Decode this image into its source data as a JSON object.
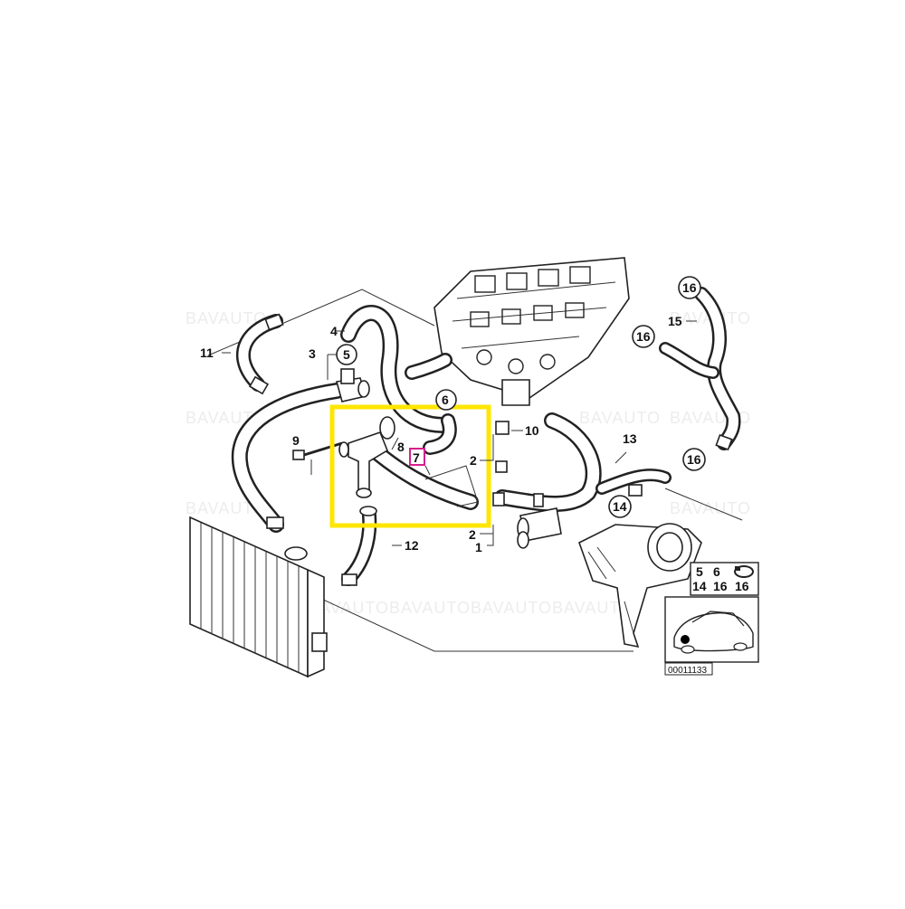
{
  "watermark": "BAVAUTO",
  "diagram_code": "00011133",
  "callouts": {
    "c1": "1",
    "c2a": "2",
    "c2b": "2",
    "c3": "3",
    "c4": "4",
    "c5": "5",
    "c6": "6",
    "c7": "7",
    "c8": "8",
    "c9": "9",
    "c10": "10",
    "c11": "11",
    "c12": "12",
    "c13": "13",
    "c14": "14",
    "c15": "15",
    "c16a": "16",
    "c16b": "16",
    "c16c": "16"
  },
  "legend_box": {
    "row1": [
      "5",
      "6",
      ""
    ],
    "row2": [
      "14",
      "16",
      "16"
    ]
  },
  "highlight": {
    "frame_color": "#ffe600",
    "marker_color": "#d61f8c",
    "highlighted_callout": "7"
  }
}
